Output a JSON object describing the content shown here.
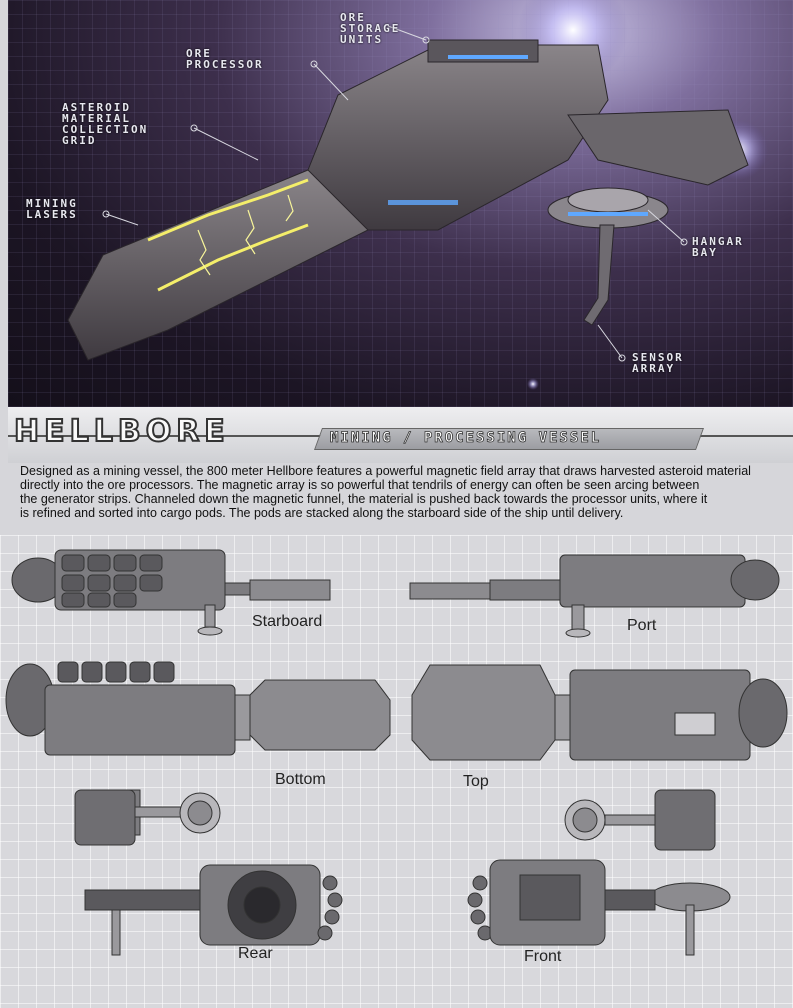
{
  "hero": {
    "callouts": {
      "ore_storage": "Ore\nStorage\nUnits",
      "ore_processor": "Ore\nProcessor",
      "collection_grid": "Asteroid\nMaterial\nCollection\nGrid",
      "mining_lasers": "Mining\nLasers",
      "hangar_bay": "Hangar\nBay",
      "sensor_array": "Sensor\nArray"
    }
  },
  "header": {
    "title": "Hellbore",
    "subtitle": "Mining / Processing Vessel"
  },
  "description": {
    "line1": "Designed as a mining vessel, the 800 meter Hellbore features a powerful magnetic field array that draws harvested asteroid material",
    "line2": "directly into the ore processors.  The magnetic array is so powerful that tendrils of energy can often be seen arcing between",
    "line3": "the generator strips.   Channeled down the magnetic funnel, the material is pushed back towards the processor units, where it",
    "line4": "is refined and sorted into cargo pods.  The pods are stacked along the starboard side of the ship until delivery."
  },
  "views": {
    "starboard": "Starboard",
    "port": "Port",
    "bottom": "Bottom",
    "top": "Top",
    "rear": "Rear",
    "front": "Front"
  },
  "colors": {
    "hull": "#7d7c80",
    "hull_dark": "#4a494d",
    "glow_yellow": "#f4ee6a",
    "glow_blue": "#5fa8ff"
  }
}
